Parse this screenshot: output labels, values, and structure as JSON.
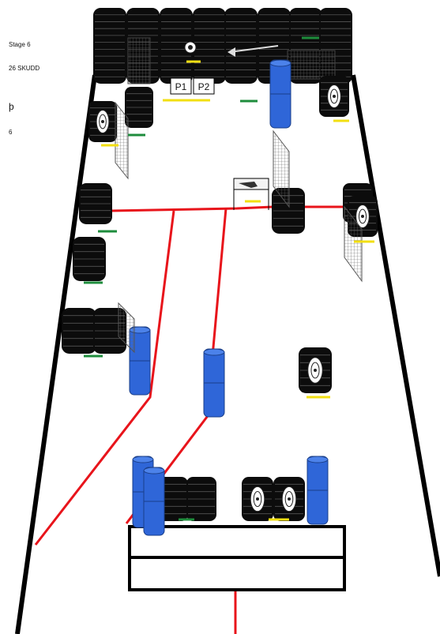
{
  "stage": {
    "title": "Stage 6",
    "rounds": "26 SKUDD",
    "marker": "þ",
    "count": "6"
  },
  "positions": {
    "p1": "P1",
    "p2": "P2"
  },
  "colors": {
    "fault_line": "#e8141b",
    "barrel": "#2f66d8",
    "tire": "#0c0c0c",
    "green_mark": "#1e8c3c",
    "yellow_mark": "#f2df12",
    "net": "#666666"
  },
  "icons": {
    "target": "target-on-tires-icon",
    "fence": "netting-fence-icon",
    "table": "table-with-gun-icon",
    "arrow": "left-arrow-icon"
  }
}
